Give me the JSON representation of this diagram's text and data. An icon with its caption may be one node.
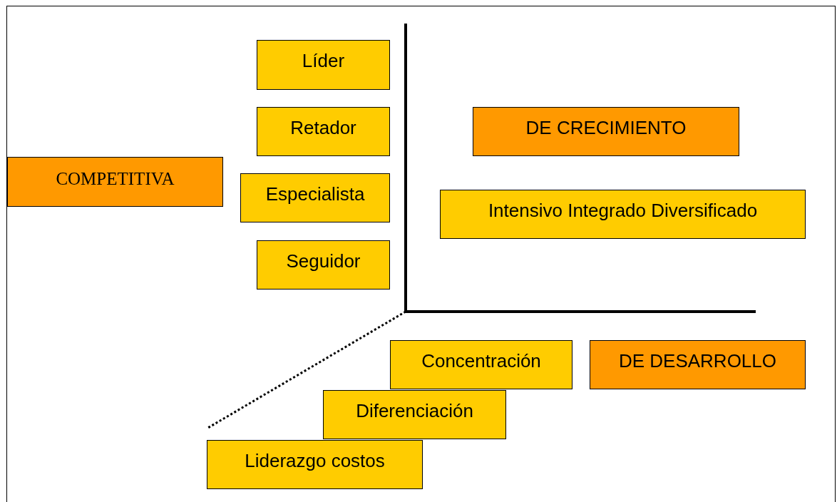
{
  "diagram": {
    "nodes": [
      {
        "text": [
          "Líder"
        ]
      },
      {
        "text": [
          "Retador"
        ]
      },
      {
        "text": [
          "DE CRECIMIENTO"
        ]
      },
      {
        "text": [
          "COMPETITIVA"
        ]
      },
      {
        "text": [
          "Especialista"
        ]
      },
      {
        "text": [
          "Intensivo Integrado Diversificado"
        ]
      },
      {
        "text": [
          "Seguidor"
        ]
      },
      {
        "text": [
          "Concentración"
        ]
      },
      {
        "text": [
          "DE DESARROLLO"
        ]
      },
      {
        "text": [
          "Diferenciación"
        ]
      },
      {
        "text": [
          "Liderazgo costos"
        ]
      }
    ],
    "edges": []
  }
}
